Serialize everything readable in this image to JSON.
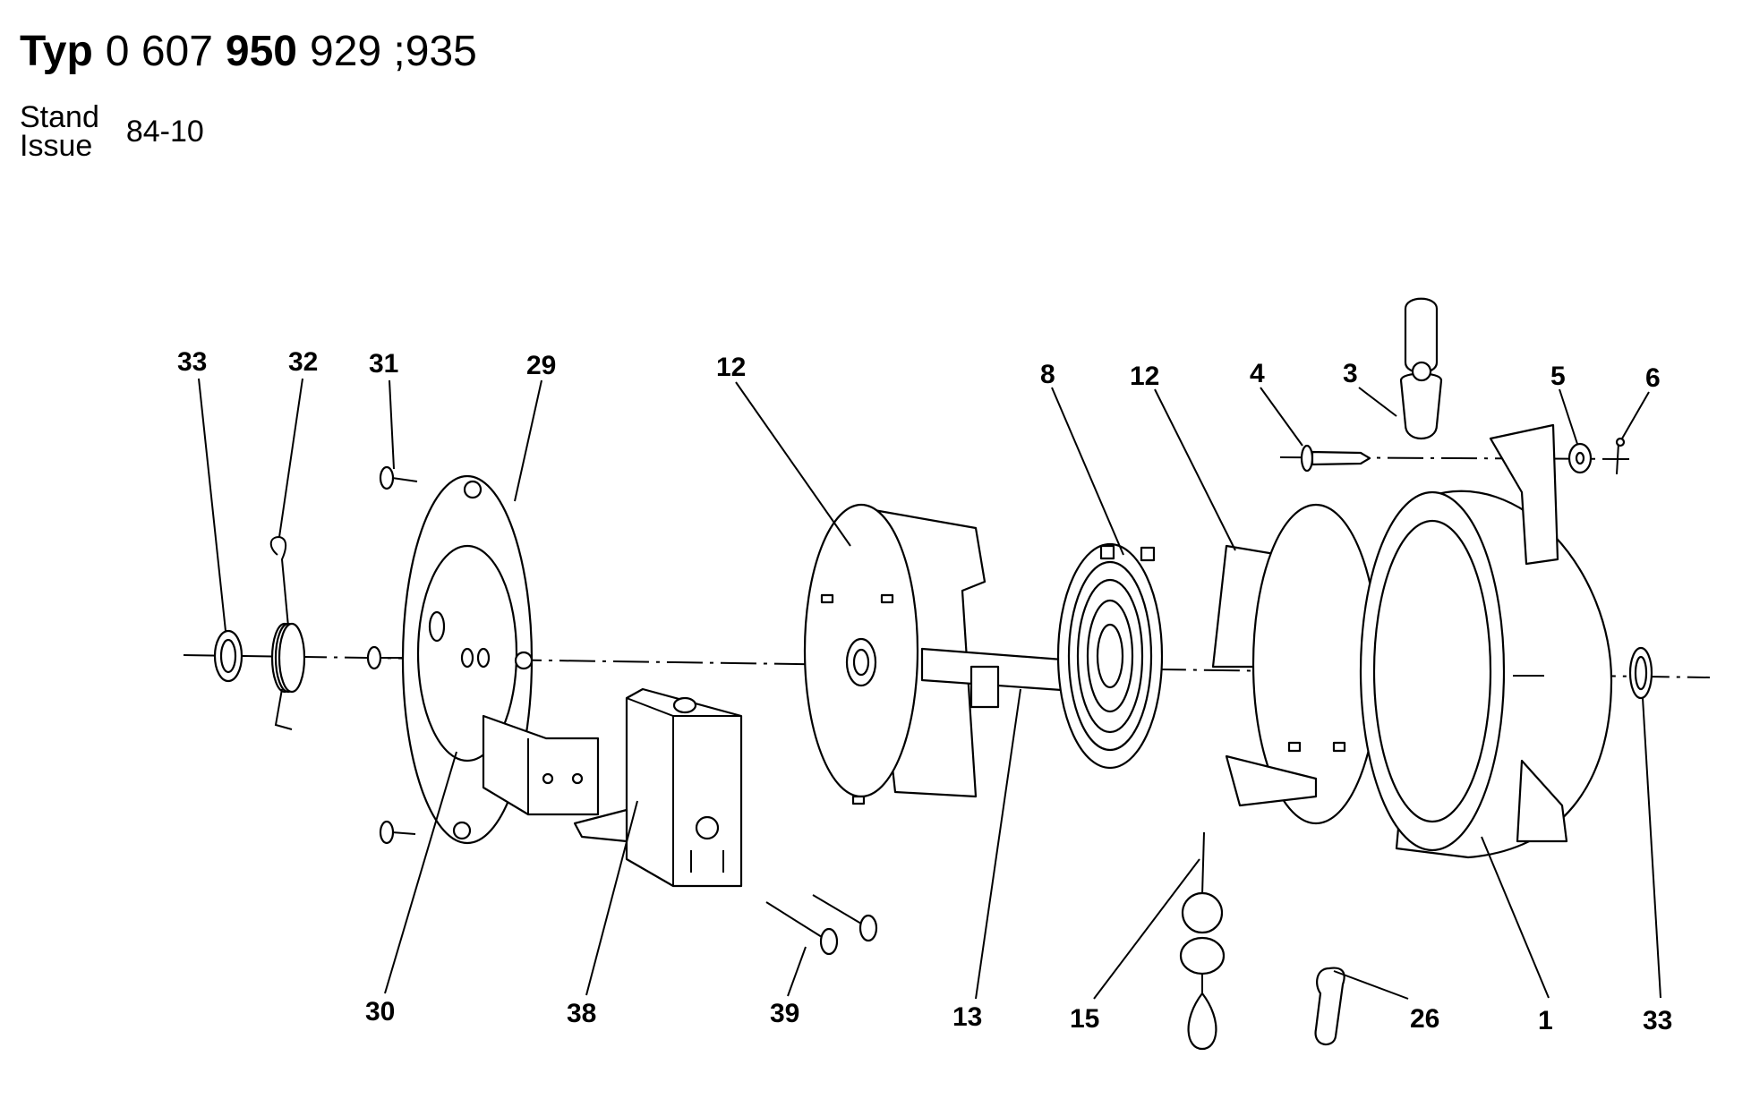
{
  "header": {
    "typ_label": "Typ",
    "typ_prefix": "0 607",
    "typ_main": "950",
    "typ_variants": "929 ;935",
    "stand_label": "Stand",
    "issue_label": "Issue",
    "issue_date": "84-10"
  },
  "callouts": [
    "33",
    "32",
    "31",
    "29",
    "12",
    "8",
    "12",
    "4",
    "3",
    "5",
    "6",
    "30",
    "38",
    "39",
    "13",
    "15",
    "26",
    "1",
    "33"
  ]
}
